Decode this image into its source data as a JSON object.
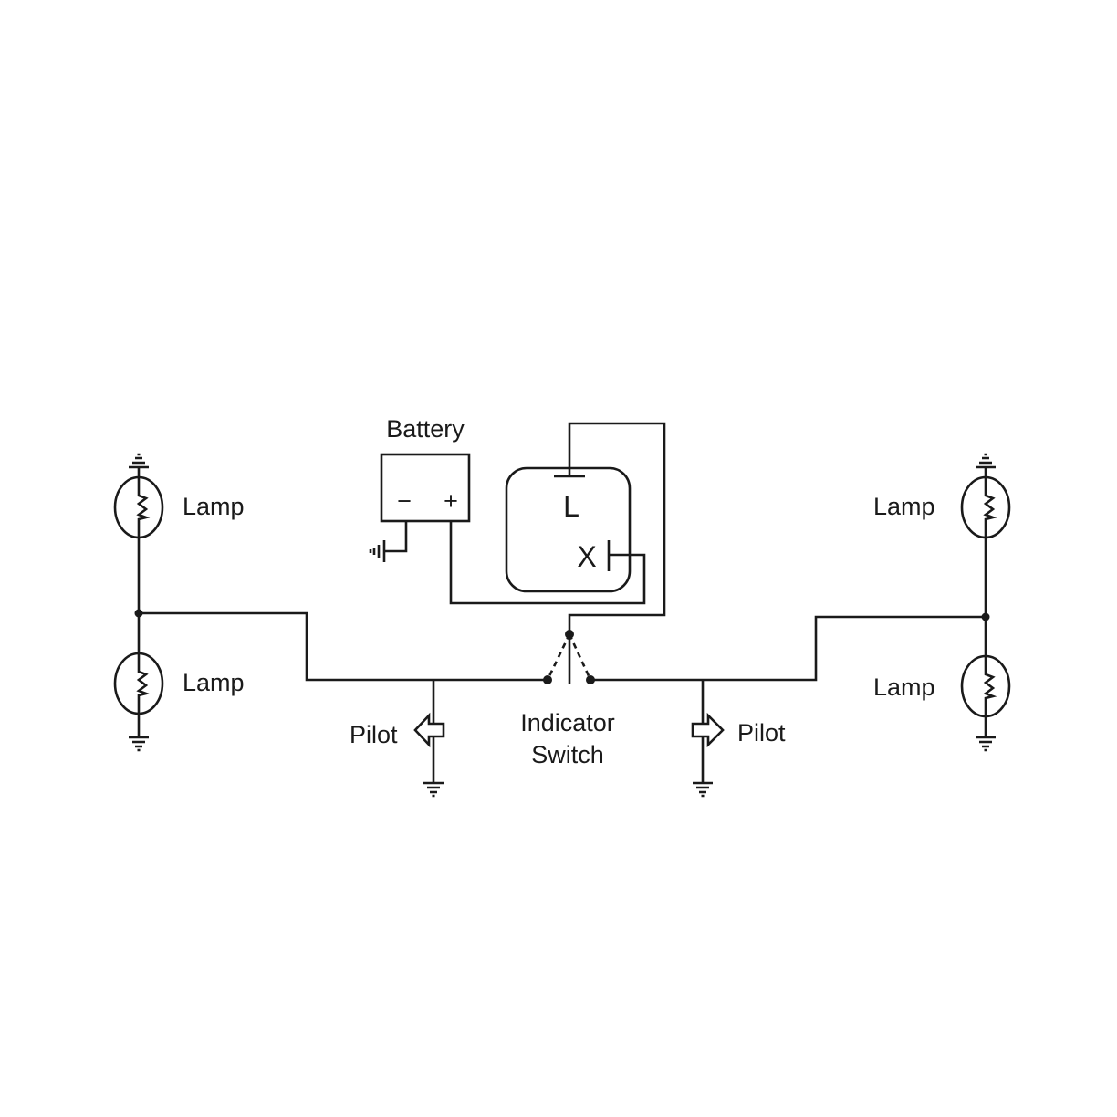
{
  "labels": {
    "battery": "Battery",
    "battery_minus": "−",
    "battery_plus": "+",
    "relay_L": "L",
    "relay_X": "X",
    "lamp_left_top": "Lamp",
    "lamp_left_bottom": "Lamp",
    "lamp_right_top": "Lamp",
    "lamp_right_bottom": "Lamp",
    "pilot_left": "Pilot",
    "pilot_right": "Pilot",
    "switch_line1": "Indicator",
    "switch_line2": "Switch"
  },
  "colors": {
    "line": "#1a1a1a",
    "background": "#ffffff"
  }
}
